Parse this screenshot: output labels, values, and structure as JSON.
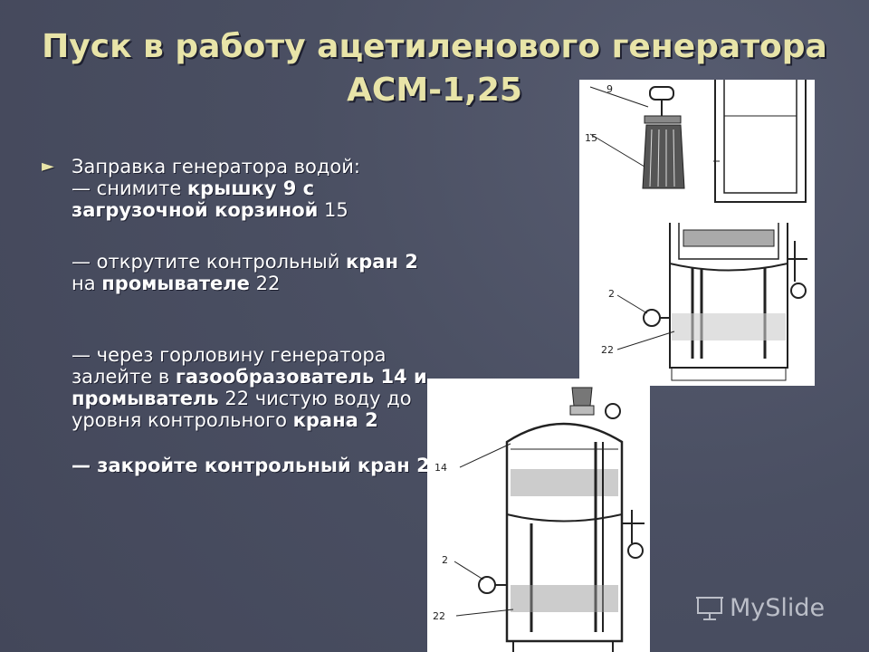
{
  "title": {
    "line1": "Пуск в работу ацетиленового генератора",
    "line2": "АСМ-1,25"
  },
  "bullet": {
    "heading": "Заправка генератора водой:",
    "p1": {
      "a": "— снимите ",
      "b": "крышку 9 с загрузочной корзиной",
      "c": " 15"
    },
    "p2": {
      "a": "— открутите    контрольный ",
      "b": "кран 2",
      "c": " на ",
      "d": "промывателе",
      "e": " 22"
    },
    "p3": {
      "a": "— через горловину генератора залейте в ",
      "b": "газообразователь 14 и промыватель",
      "c": " 22 чистую воду до уровня контрольного ",
      "d": "крана 2"
    },
    "p4": "— закройте   контрольный кран 2"
  },
  "figures": {
    "top": {
      "labels": [
        "9",
        "15"
      ]
    },
    "middle": {
      "labels": [
        "2",
        "22"
      ]
    },
    "bottom": {
      "labels": [
        "14",
        "2",
        "22"
      ]
    }
  },
  "watermark": {
    "text": "MySlide",
    "icon": "presentation-icon"
  },
  "colors": {
    "background": "#4b5063",
    "title": "#e8e4a8",
    "text": "#ffffff",
    "bullet": "#e8e4a8"
  }
}
